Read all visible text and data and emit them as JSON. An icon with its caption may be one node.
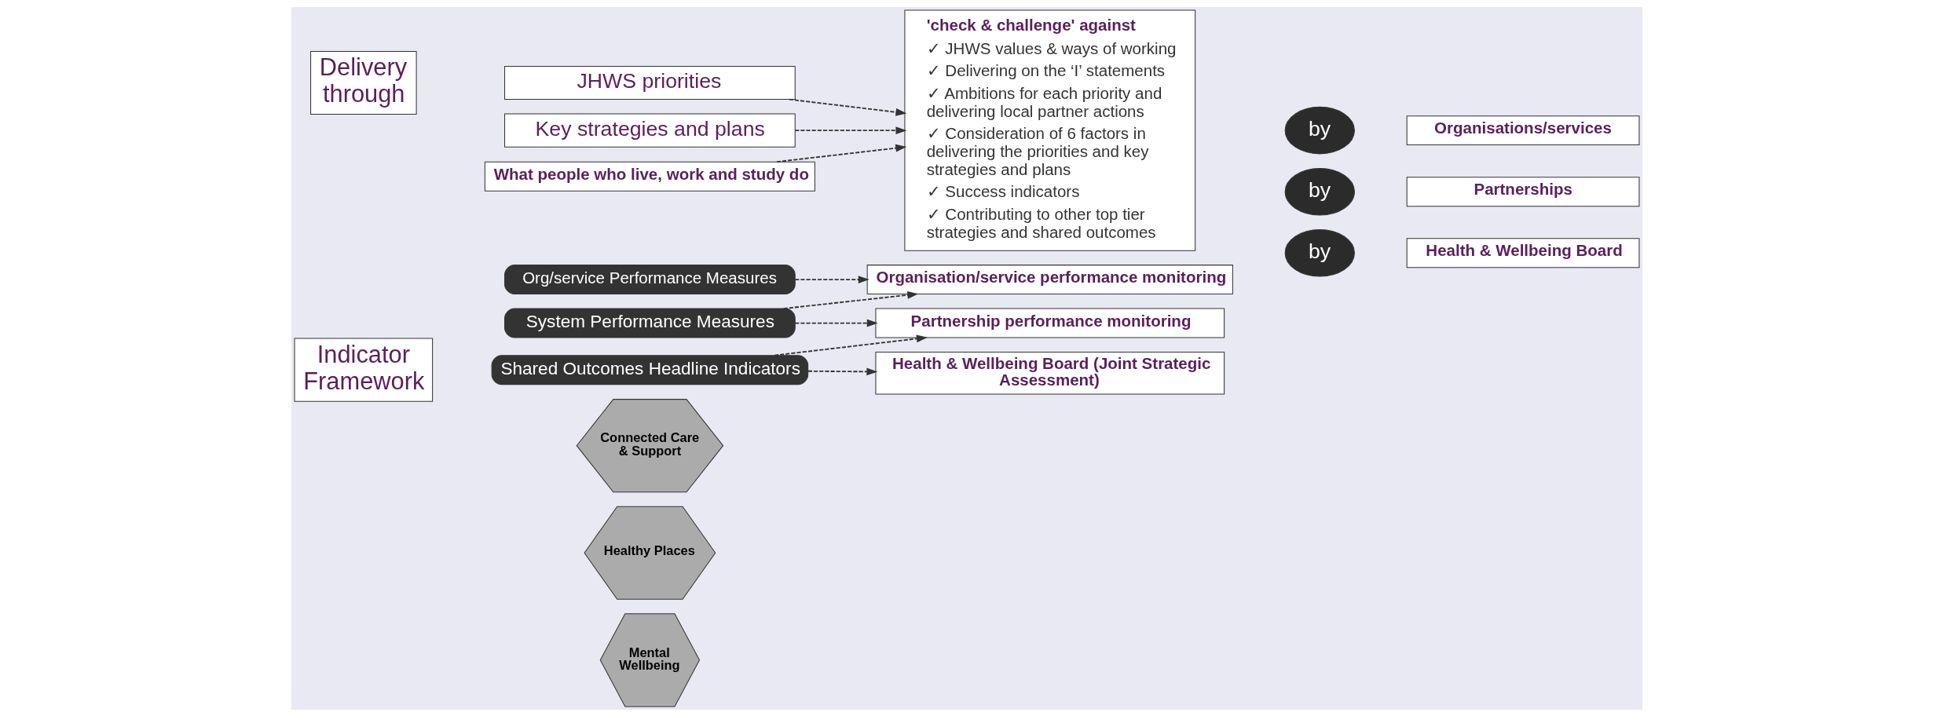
{
  "diagram": {
    "nodes": [
      {
        "text": [
          "Delivery through"
        ]
      },
      {
        "text": [
          "JHWS priorities"
        ]
      },
      {
        "text": [
          "Mental Wellbeing"
        ]
      },
      {
        "text": [
          "Healthy Places"
        ]
      },
      {
        "text": [
          "Connected Care & Support"
        ]
      },
      {
        "text": [
          "Key strategies and plans"
        ]
      },
      {
        "text": [
          "What people who live, work and study do"
        ]
      },
      {
        "text": [
          "'check & challenge' against",
          "✓ JHWS values & ways of working",
          "✓ Delivering on the ‘I’ statements",
          "✓ Ambitions for each priority and delivering local partner actions",
          "✓ Consideration of 6 factors in delivering the priorities and key strategies and plans",
          "✓ Success indicators",
          "✓ Contributing to other top tier strategies and shared outcomes"
        ]
      },
      {
        "text": [
          "by"
        ]
      },
      {
        "text": [
          "Organisations/services"
        ]
      },
      {
        "text": [
          "by"
        ]
      },
      {
        "text": [
          "Partnerships"
        ]
      },
      {
        "text": [
          "by"
        ]
      },
      {
        "text": [
          "Health & Wellbeing Board"
        ]
      },
      {
        "text": [
          "Indicator Framework"
        ]
      },
      {
        "text": [
          "Shared Outcomes Headline Indicators"
        ]
      },
      {
        "text": [
          "System Performance Measures"
        ]
      },
      {
        "text": [
          "Org/service Performance Measures"
        ]
      },
      {
        "text": [
          "Health & Wellbeing Board (Joint Strategic Assessment)"
        ]
      },
      {
        "text": [
          "Partnership performance monitoring"
        ]
      },
      {
        "text": [
          "Organisation/service performance monitoring"
        ]
      }
    ],
    "edges": [
      {
        "from": 1,
        "to": 7,
        "arrow": "to",
        "style": "dashed"
      },
      {
        "from": 5,
        "to": 7,
        "arrow": "to",
        "style": "dashed"
      },
      {
        "from": 6,
        "to": 7,
        "arrow": "to",
        "style": "dashed"
      },
      {
        "from": 15,
        "to": 18,
        "arrow": "to",
        "style": "dashed"
      },
      {
        "from": 15,
        "to": 19,
        "arrow": "to",
        "style": "dashed"
      },
      {
        "from": 16,
        "to": 19,
        "arrow": "to",
        "style": "dashed"
      },
      {
        "from": 16,
        "to": 20,
        "arrow": "to",
        "style": "dashed"
      },
      {
        "from": 17,
        "to": 20,
        "arrow": "to",
        "style": "dashed"
      }
    ]
  }
}
